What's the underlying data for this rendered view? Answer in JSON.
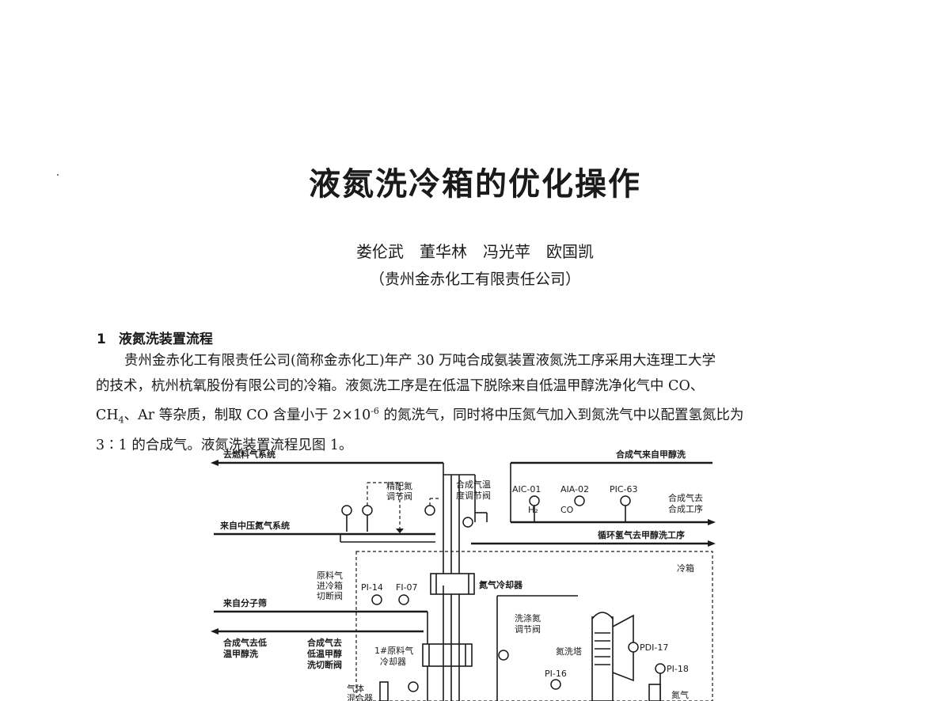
{
  "article": {
    "title": "液氮洗冷箱的优化操作",
    "authors": "娄伦武　董华林　冯光苹　欧国凯",
    "affiliation": "（贵州金赤化工有限责任公司）"
  },
  "section": {
    "number": "1",
    "heading": "液氮洗装置流程"
  },
  "paragraph": {
    "l1": "贵州金赤化工有限责任公司(简称金赤化工)年产 30 万吨合成氨装置液氮洗工序采用大连理工大学",
    "l2": "的技术，杭州杭氧股份有限公司的冷箱。液氮洗工序是在低温下脱除来自低温甲醇洗净化气中 CO、",
    "l3a": "CH",
    "l3b": "4",
    "l3c": "、Ar 等杂质，制取 CO 含量小于 2×10",
    "l3d": "-6",
    "l3e": " 的氮洗气，同时将中压氮气加入到氮洗气中以配置氢氮比为",
    "l4": "3∶1 的合成气。液氮洗装置流程见图 1。"
  },
  "figure": {
    "fuel_gas": "去燃料气系统",
    "syngas_from_methanol": "合成气来自甲醇洗",
    "fine_n2_valve_a": "精配氮",
    "fine_n2_valve_b": "调节阀",
    "syngas_temp_valve_a": "合成气温",
    "syngas_temp_valve_b": "度调节阀",
    "aic01": "AIC-01",
    "aic01_sub": "H₂",
    "aia02": "AIA-02",
    "aia02_sub": "CO",
    "pic63": "PIC-63",
    "syngas_to_synthesis_a": "合成气去",
    "syngas_to_synthesis_b": "合成工序",
    "from_mp_n2": "来自中压氮气系统",
    "recycle_h2": "循环氢气去甲醇洗工序",
    "cold_box": "冷箱",
    "feed_shutoff_a": "原料气",
    "feed_shutoff_b": "进冷箱",
    "feed_shutoff_c": "切断阀",
    "pi14": "PI-14",
    "fi07": "FI-07",
    "n2_cooler": "氮气冷却器",
    "from_mol_sieve": "来自分子筛",
    "wash_n2_valve_a": "洗涤氮",
    "wash_n2_valve_b": "调节阀",
    "syngas_to_lt_a": "合成气去低",
    "syngas_to_lt_b": "温甲醇洗",
    "syngas_lt_shutoff_a": "合成气去",
    "syngas_lt_shutoff_b": "低温甲醇",
    "syngas_lt_shutoff_c": "洗切断阀",
    "feed_cooler_a": "1#原料气",
    "feed_cooler_b": "冷却器",
    "n2_wash_tower": "氮洗塔",
    "pdi17": "PDI-17",
    "pi16": "PI-16",
    "pi18": "PI-18",
    "gas_sep": "气体",
    "gas_sep_b": "混合器",
    "n2_label": "氮气"
  }
}
